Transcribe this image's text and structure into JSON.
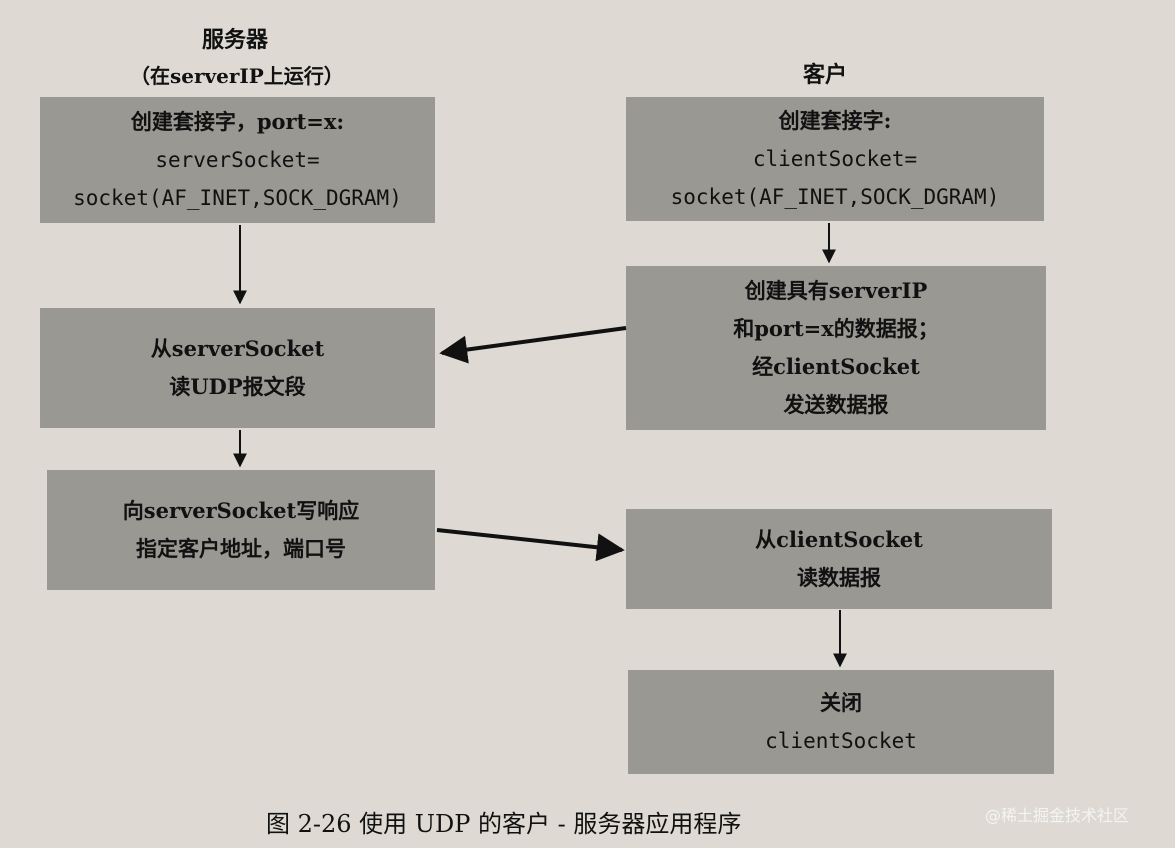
{
  "server": {
    "heading_line1": "服务器",
    "heading_line2": "（在serverIP上运行）",
    "create_socket": {
      "line1": "创建套接字，port=x:",
      "line2": "serverSocket=",
      "line3": "socket(AF_INET,SOCK_DGRAM)"
    },
    "read_segment": {
      "line1": "从serverSocket",
      "line2": "读UDP报文段"
    },
    "write_reply": {
      "line1": "向serverSocket写响应",
      "line2": "指定客户地址，端口号"
    }
  },
  "client": {
    "heading": "客户",
    "create_socket": {
      "line1": "创建套接字:",
      "line2": "clientSocket=",
      "line3": "socket(AF_INET,SOCK_DGRAM)"
    },
    "create_datagram": {
      "line1": "创建具有serverIP",
      "line2": "和port=x的数据报；",
      "line3": "经clientSocket",
      "line4": "发送数据报"
    },
    "read_datagram": {
      "line1": "从clientSocket",
      "line2": "读数据报"
    },
    "close": {
      "line1": "关闭",
      "line2": "clientSocket"
    }
  },
  "caption": "图 2-26   使用 UDP 的客户 - 服务器应用程序",
  "watermark": "@稀土掘金技术社区",
  "colors": {
    "box_fill": "#9a9893",
    "page_bg": "#dedad3",
    "arrow": "#111111"
  }
}
